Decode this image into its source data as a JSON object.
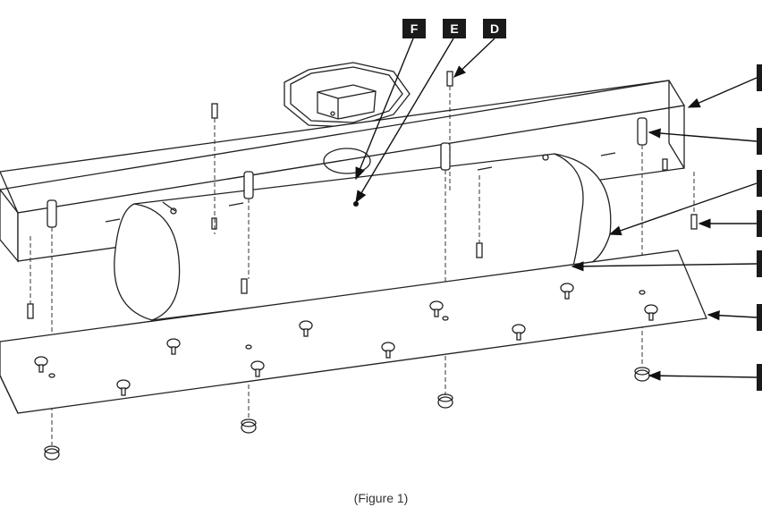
{
  "figure": {
    "caption": "(Figure 1)",
    "part_labels": [
      "F",
      "E",
      "D"
    ],
    "right_callouts": 7
  },
  "colors": {
    "ink": "#222222",
    "label_bg": "#1a1a1a",
    "label_text": "#ffffff",
    "background": "#ffffff"
  }
}
